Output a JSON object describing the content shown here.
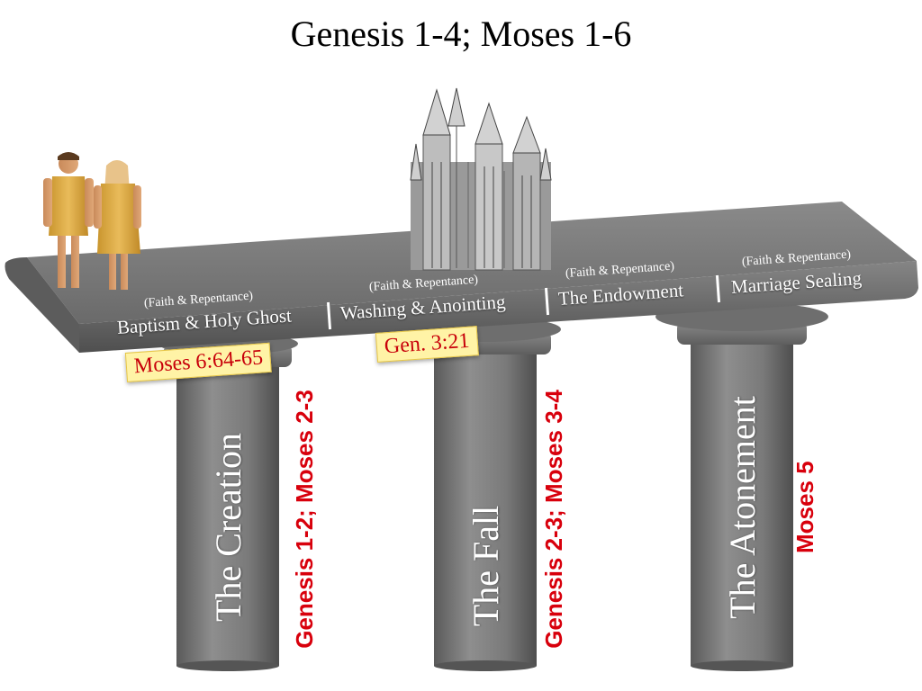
{
  "title": "Genesis 1-4; Moses 1-6",
  "pillars": [
    {
      "label": "The Creation",
      "reference": "Genesis 1-2; Moses 2-3"
    },
    {
      "label": "The Fall",
      "reference": "Genesis 2-3; Moses 3-4"
    },
    {
      "label": "The Atonement",
      "reference": "Moses 5"
    }
  ],
  "beam": {
    "ordinances": [
      {
        "label": "Baptism & Holy Ghost",
        "sublabel": "(Faith & Repentance)"
      },
      {
        "label": "Washing & Anointing",
        "sublabel": "(Faith & Repentance)"
      },
      {
        "label": "The Endowment",
        "sublabel": "(Faith & Repentance)"
      },
      {
        "label": "Marriage Sealing",
        "sublabel": "(Faith & Repentance)"
      }
    ]
  },
  "tags": [
    {
      "text": "Moses 6:64-65"
    },
    {
      "text": "Gen. 3:21"
    }
  ],
  "colors": {
    "pillar": "#7a7a7a",
    "beam": "#6c6c6c",
    "reference": "#d8000c",
    "tag_bg": "#fff3a6"
  }
}
